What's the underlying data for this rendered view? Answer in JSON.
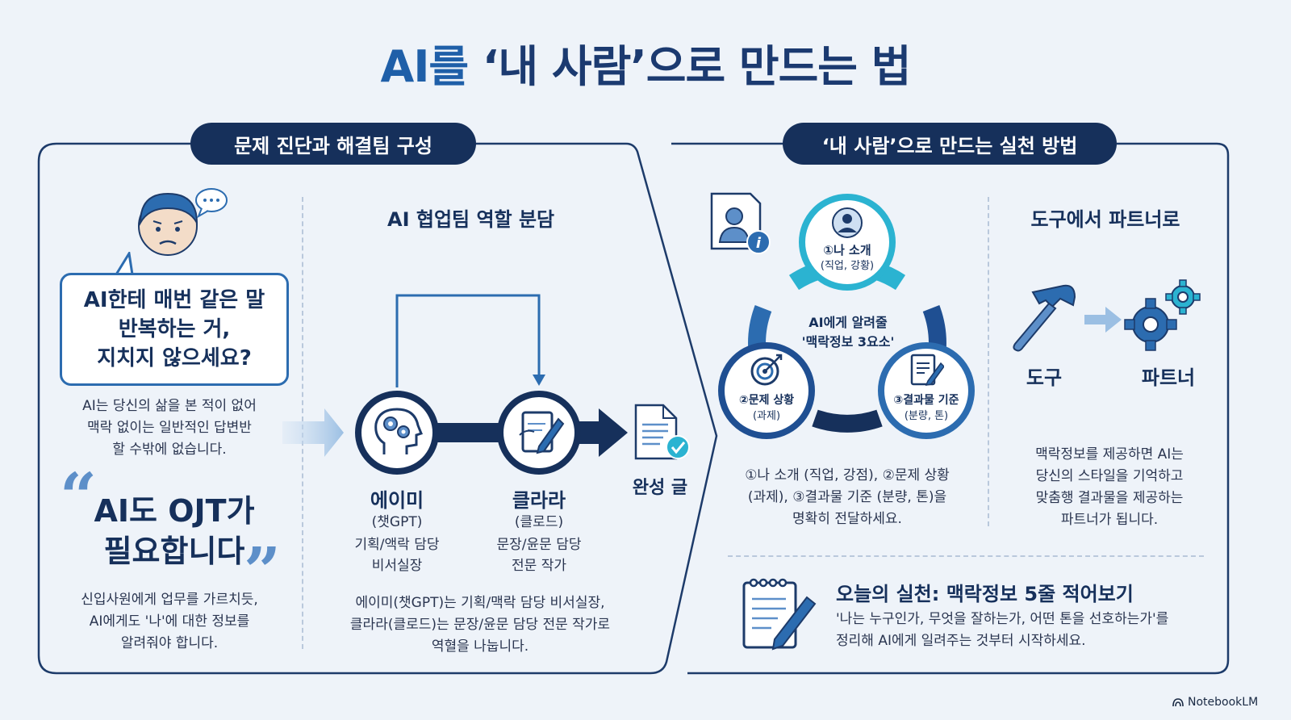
{
  "title": {
    "prefix": "AI를",
    "rest": " ‘내 사람’으로 만드는 법"
  },
  "left_panel": {
    "header": "문제 진단과 해결팀 구성",
    "bubble": {
      "line1": "AI한테 매번 같은 말",
      "line2": "반복하는 거,",
      "line3": "지치지 않으세요?"
    },
    "note1": {
      "line1": "AI는 당신의 삶을 본 적이 없어",
      "line2": "맥락 없이는 일반적인 답변반",
      "line3": "할 수밖에 없습니다."
    },
    "quote": {
      "line1": "AI도 OJT가",
      "line2": "필요합니다"
    },
    "note2": {
      "line1": "신입사원에게 업무를 가르치듯,",
      "line2": "AI에게도 '나'에 대한 정보를",
      "line3": "알려줘야 합니다."
    },
    "team_title": "AI 협업팀 역할 분담",
    "amy": {
      "name": "에이미",
      "model": "(챗GPT)",
      "role1": "기획/액락 담당",
      "role2": "비서실장"
    },
    "clara": {
      "name": "클라라",
      "model": "(클로드)",
      "role1": "문장/윤문 담당",
      "role2": "전문 작가"
    },
    "result": "완성 글",
    "team_desc": {
      "line1": "에이미(챗GPT)는 기획/맥락 담당 비서실장,",
      "line2": "클라라(클로드)는 문장/윤문 담당 전문 작가로",
      "line3": "역혈을 나눕니다."
    }
  },
  "right_panel": {
    "header": "‘내 사람’으로 만드는 실천 방법",
    "cycle": {
      "center1": "AI에게 알려줄",
      "center2": "'맥락정보 3요소'",
      "item1": {
        "label": "①나 소개",
        "sub": "(직업, 강황)"
      },
      "item2": {
        "label": "②문제 상황",
        "sub": "(과제)"
      },
      "item3": {
        "label": "③결과물 기준",
        "sub": "(분량, 톤)"
      }
    },
    "cycle_desc": {
      "line1": "①나 소개 (직업, 강점), ②문제 상황",
      "line2": "(과제), ③결과물 기준 (분량, 톤)을",
      "line3": "명확히 전달하세요."
    },
    "partner_title": "도구에서 파트너로",
    "tool_label": "도구",
    "partner_label": "파트너",
    "partner_desc": {
      "line1": "맥락정보를 제공하면 AI는",
      "line2": "당신의 스타일을 기억하고",
      "line3": "맞춤행 결과물을 제공하는",
      "line4": "파트너가 됩니다."
    },
    "practice_title": "오늘의 실천: 맥락정보 5줄 적어보기",
    "practice_desc": {
      "line1": "'나는 누구인가, 무엇을 잘하는가, 어떤 톤을 선호하는가'를",
      "line2": "정리해 AI에게 일려주는 것부터 시작하세요."
    }
  },
  "watermark": "NotebookLM",
  "colors": {
    "navy": "#16305b",
    "blue": "#2c6cb0",
    "cyan": "#2bb3d1",
    "bg": "#eef3f9"
  },
  "icons": [
    "worried-person-icon",
    "speech-dots-icon",
    "gear-head-icon",
    "pen-document-icon",
    "checked-document-icon",
    "profile-info-icon",
    "user-icon",
    "target-icon",
    "edit-document-icon",
    "hammer-icon",
    "gears-icon",
    "notepad-pen-icon"
  ]
}
